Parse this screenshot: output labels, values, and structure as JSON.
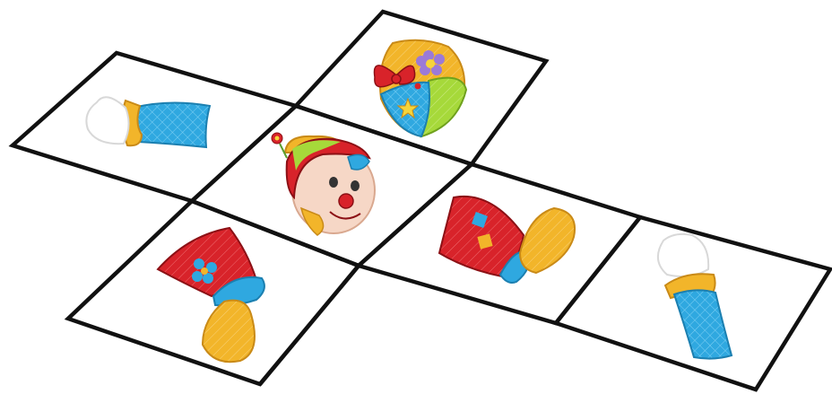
{
  "scene": {
    "subject": "clown-cube-net",
    "cells": [
      {
        "id": "top-back",
        "content": "clown-hat-with-bow-and-flower"
      },
      {
        "id": "left-arm",
        "content": "clown-glove-arm"
      },
      {
        "id": "center-head",
        "content": "clown-face"
      },
      {
        "id": "bottom-leg",
        "content": "clown-leg-with-shoe"
      },
      {
        "id": "right-leg",
        "content": "clown-leg-with-shoe"
      },
      {
        "id": "right-arm",
        "content": "clown-glove-arm"
      }
    ],
    "colors": {
      "red": "#d8232a",
      "blue": "#2fa8e0",
      "yellow": "#f2b52a",
      "lime": "#a6d93a",
      "purple": "#9b7ad8",
      "skin": "#f6d7c6",
      "line": "#111111"
    }
  }
}
